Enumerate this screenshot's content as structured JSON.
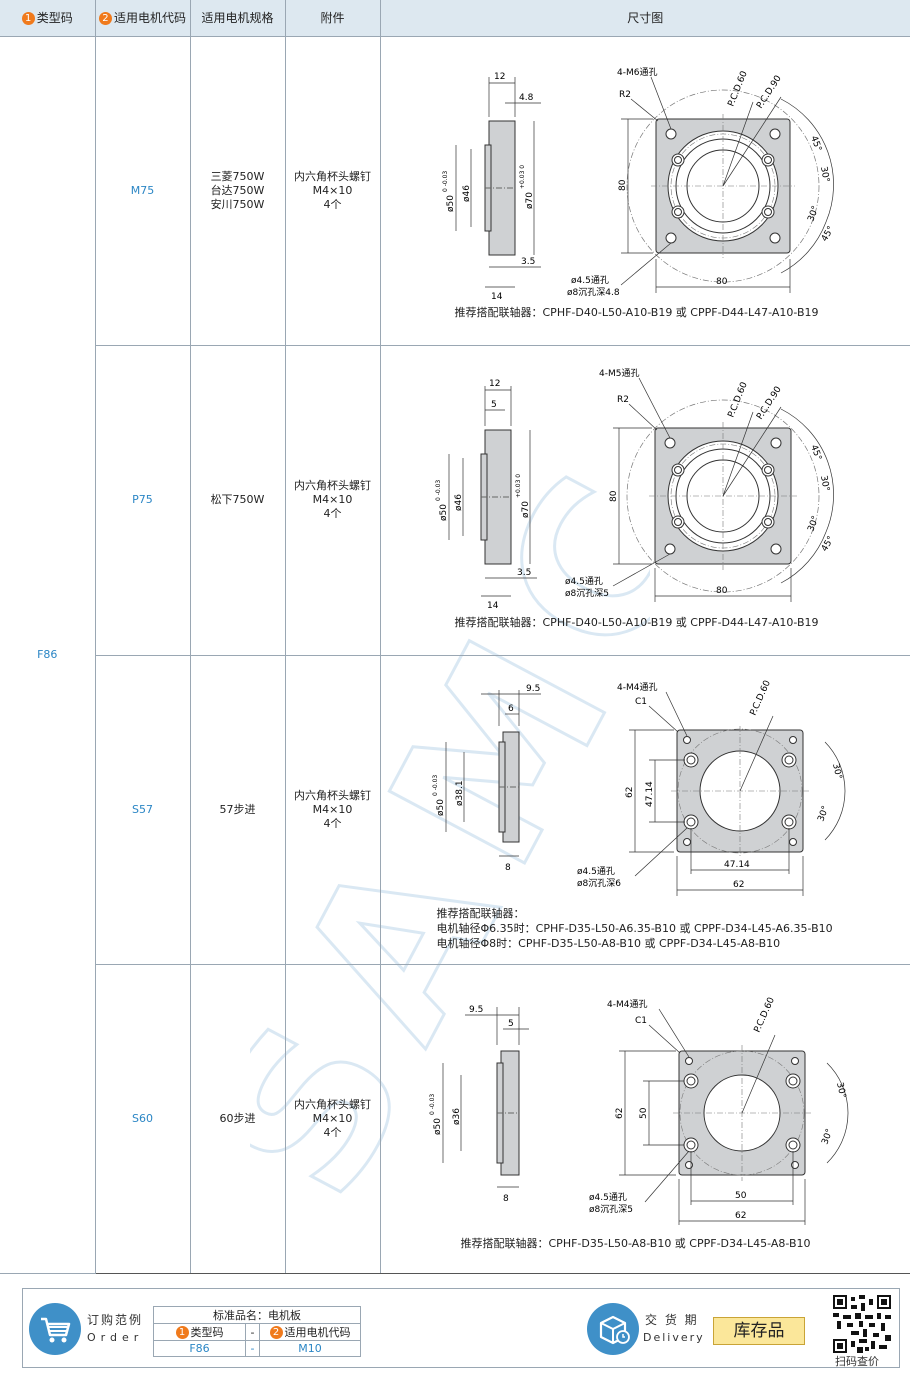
{
  "header": {
    "type_code": "类型码",
    "motor_code": "适用电机代码",
    "motor_spec": "适用电机规格",
    "accessory": "附件",
    "drawing": "尺寸图",
    "num1": "1",
    "num2": "2"
  },
  "type_value": "F86",
  "rows": [
    {
      "code": "M75",
      "spec": [
        "三菱750W",
        "台达750W",
        "安川750W"
      ],
      "accessory": [
        "内六角杯头螺钉",
        "M4×10",
        "4个"
      ],
      "dims": {
        "side_top": "12",
        "side_step": "4.8",
        "side_bottom1": "3.5",
        "side_bottom2": "14",
        "dia_outer": "ø50",
        "tol_outer": "0 -0.03",
        "dia_inner": "ø46",
        "dia_spigot": "ø70",
        "tol_spigot": "+0.03 0",
        "hole_label": "4-M6通孔",
        "corner": "R2",
        "pcd1": "P.C.D.60",
        "pcd2": "P.C.D.90",
        "size_v": "80",
        "size_h": "80",
        "ang1": "45°",
        "ang2": "30°",
        "ang3": "30°",
        "ang4": "45°",
        "thru": "ø4.5通孔",
        "cbore": "ø8沉孔深4.8"
      },
      "recommend": [
        "推荐搭配联轴器：CPHF-D40-L50-A10-B19 或 CPPF-D44-L47-A10-B19"
      ]
    },
    {
      "code": "P75",
      "spec": [
        "松下750W"
      ],
      "accessory": [
        "内六角杯头螺钉",
        "M4×10",
        "4个"
      ],
      "dims": {
        "side_top": "12",
        "side_step": "5",
        "side_bottom1": "3.5",
        "side_bottom2": "14",
        "dia_outer": "ø50",
        "tol_outer": "0 -0.03",
        "dia_inner": "ø46",
        "dia_spigot": "ø70",
        "tol_spigot": "+0.03 0",
        "hole_label": "4-M5通孔",
        "corner": "R2",
        "pcd1": "P.C.D.60",
        "pcd2": "P.C.D.90",
        "size_v": "80",
        "size_h": "80",
        "ang1": "45°",
        "ang2": "30°",
        "ang3": "30°",
        "ang4": "45°",
        "thru": "ø4.5通孔",
        "cbore": "ø8沉孔深5"
      },
      "recommend": [
        "推荐搭配联轴器：CPHF-D40-L50-A10-B19 或 CPPF-D44-L47-A10-B19"
      ]
    },
    {
      "code": "S57",
      "spec": [
        "57步进"
      ],
      "accessory": [
        "内六角杯头螺钉",
        "M4×10",
        "4个"
      ],
      "dims": {
        "side_top": "9.5",
        "side_step": "6",
        "side_bottom2": "8",
        "dia_outer": "ø50",
        "tol_outer": "0 -0.03",
        "dia_inner": "ø38.1",
        "hole_label": "4-M4通孔",
        "corner": "C1",
        "pcd1": "P.C.D.60",
        "size_v": "62",
        "size_v2": "47.14",
        "size_h": "62",
        "size_h2": "47.14",
        "ang1": "30°",
        "ang2": "30°",
        "thru": "ø4.5通孔",
        "cbore": "ø8沉孔深6"
      },
      "recommend": [
        "推荐搭配联轴器：",
        "电机轴径Φ6.35时：CPHF-D35-L50-A6.35-B10 或 CPPF-D34-L45-A6.35-B10",
        "电机轴径Φ8时：CPHF-D35-L50-A8-B10 或 CPPF-D34-L45-A8-B10"
      ]
    },
    {
      "code": "S60",
      "spec": [
        "60步进"
      ],
      "accessory": [
        "内六角杯头螺钉",
        "M4×10",
        "4个"
      ],
      "dims": {
        "side_top": "9.5",
        "side_step": "5",
        "side_bottom2": "8",
        "dia_outer": "ø50",
        "tol_outer": "0 -0.03",
        "dia_inner": "ø36",
        "hole_label": "4-M4通孔",
        "corner": "C1",
        "pcd1": "P.C.D.60",
        "size_v": "62",
        "size_v2": "50",
        "size_h": "62",
        "size_h2": "50",
        "ang1": "30°",
        "ang2": "30°",
        "thru": "ø4.5通孔",
        "cbore": "ø8沉孔深5"
      },
      "recommend": [
        "推荐搭配联轴器：CPHF-D35-L50-A8-B10 或 CPPF-D34-L45-A8-B10"
      ]
    }
  ],
  "footer": {
    "order_title": "订购范例",
    "order_sub": "Order",
    "std_name": "标准品名：电机板",
    "col_type": "类型码",
    "col_motor": "适用电机代码",
    "dash": "-",
    "val_type": "F86",
    "val_motor": "M10",
    "delivery_title": "交 货 期",
    "delivery_sub": "Delivery",
    "stock": "库存品",
    "qr_label": "扫码查价"
  },
  "watermark": "SAMC",
  "colors": {
    "header_bg": "#dde8f0",
    "link_blue": "#2b86c5",
    "badge_orange": "#f07a1c",
    "plate_gray": "#cfd1d3",
    "icon_blue": "#3f90c8",
    "stock_yellow": "#fbe79a"
  }
}
